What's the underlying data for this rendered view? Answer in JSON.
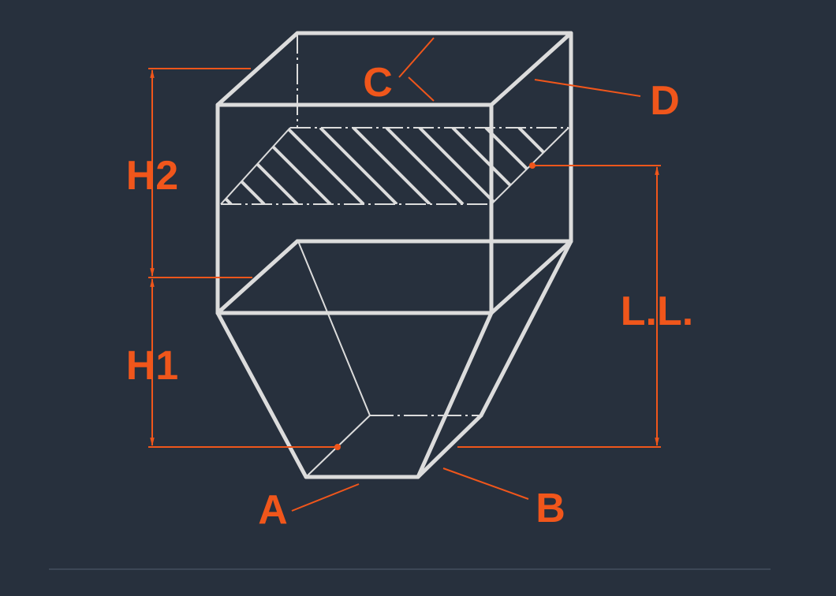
{
  "colors": {
    "background": "#27303d",
    "structure": "#dcdcdc",
    "annotation": "#f0561b",
    "bottom_rule": "#3d4756"
  },
  "labels": {
    "h2": "H2",
    "h1": "H1",
    "ll": "L.L.",
    "a": "A",
    "b": "B",
    "c": "C",
    "d": "D"
  }
}
